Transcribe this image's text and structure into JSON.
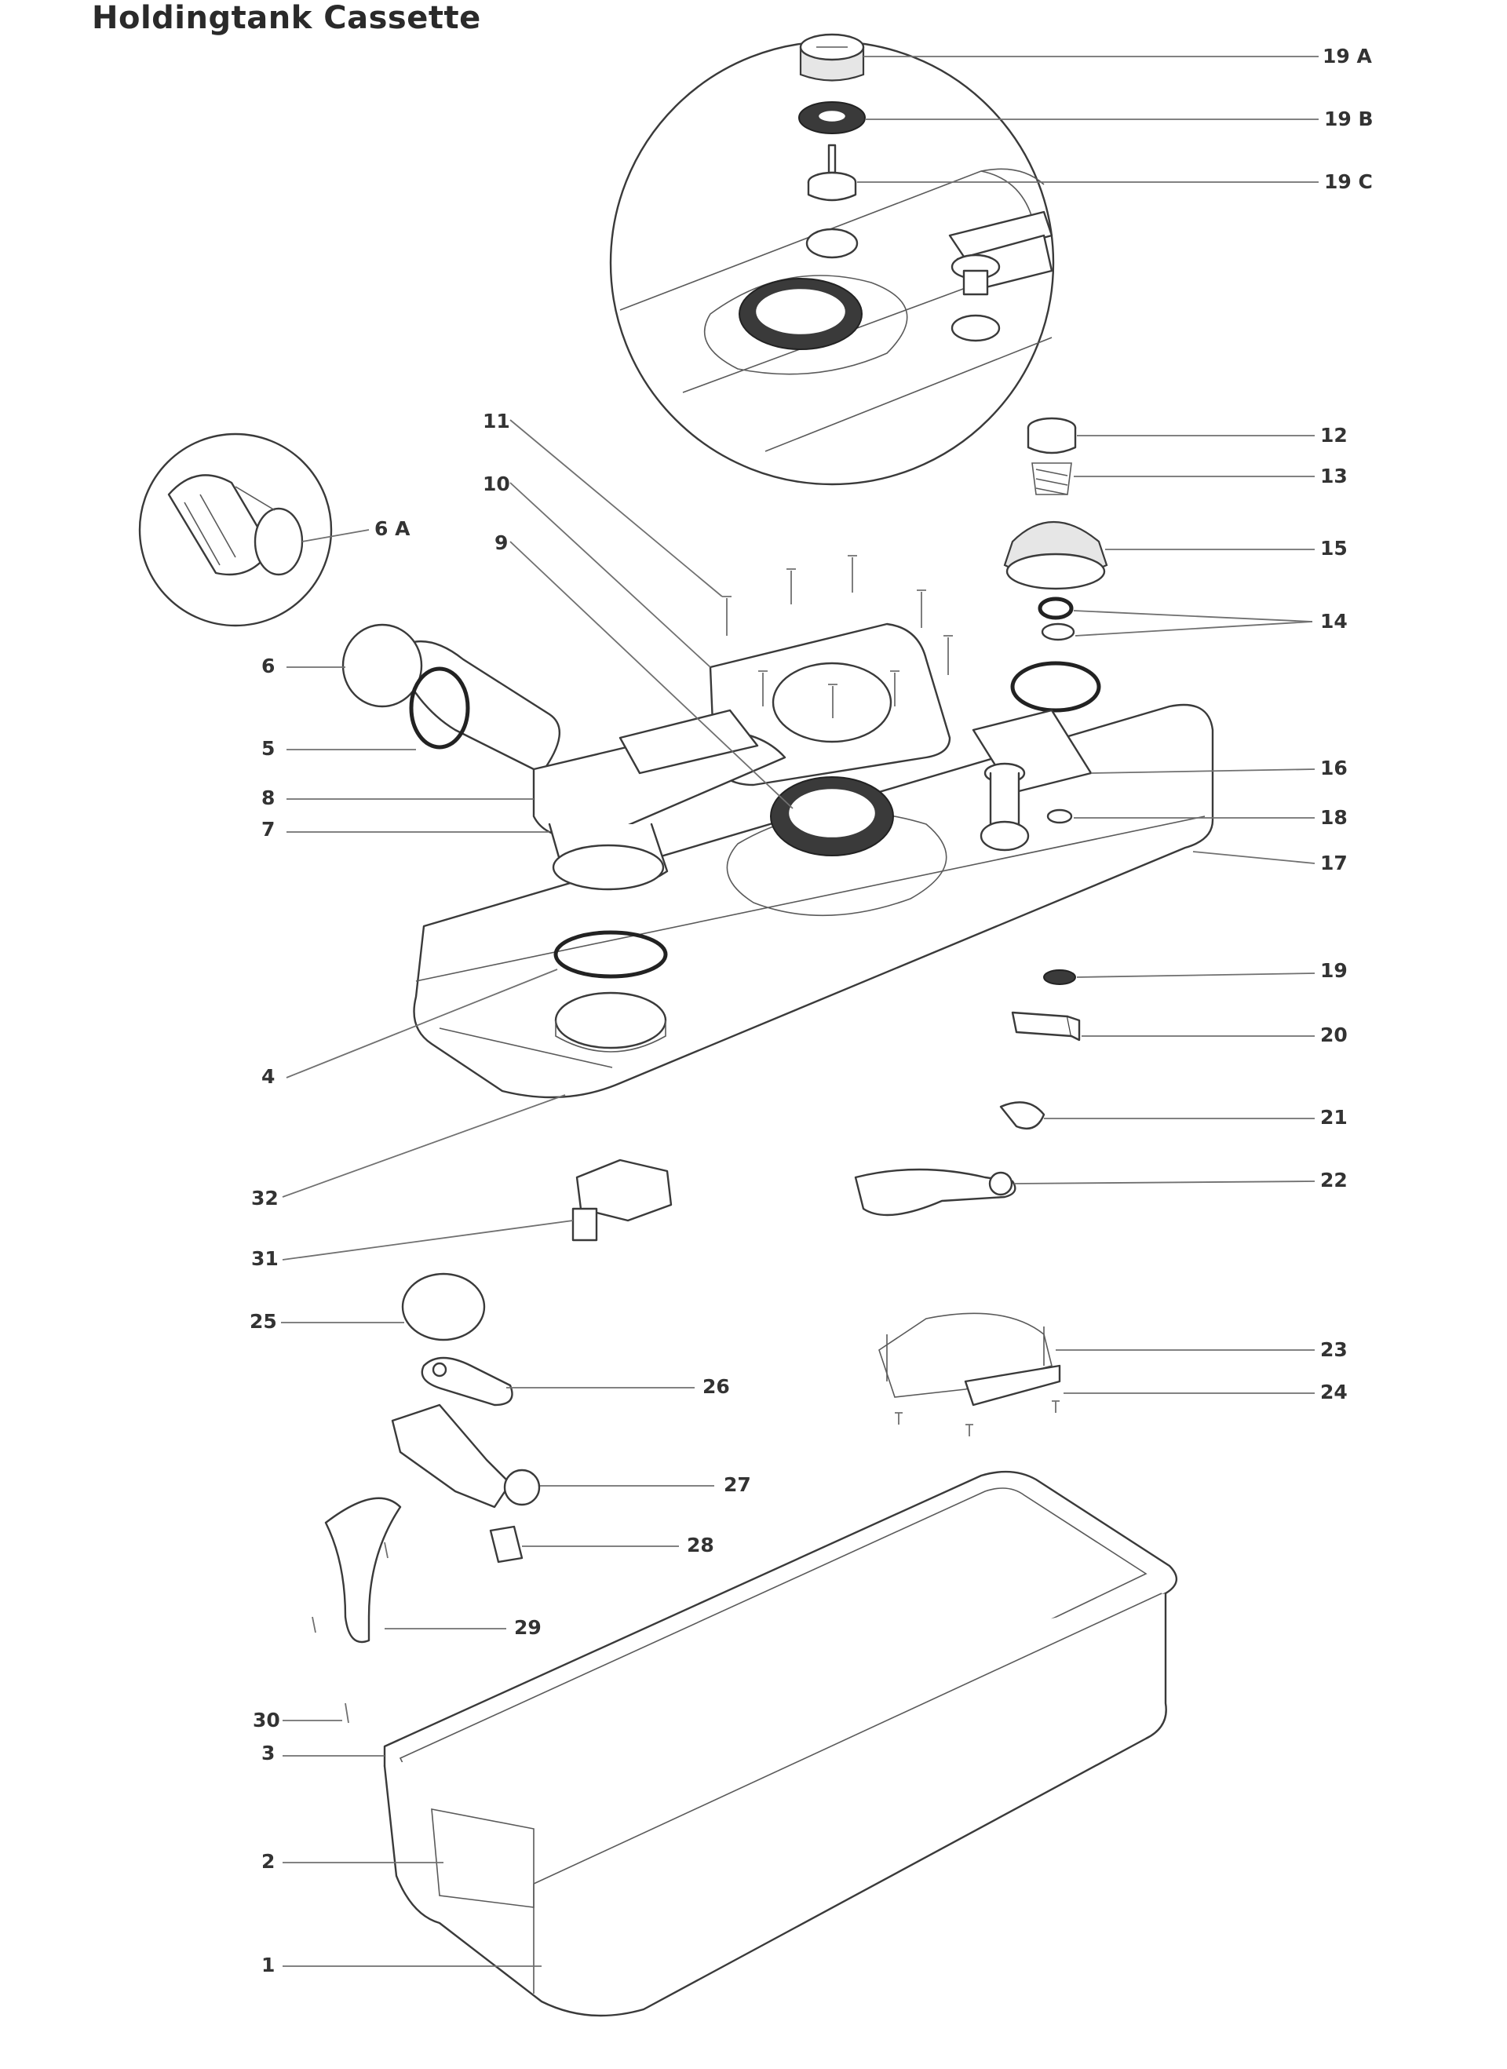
{
  "title": "Holdingtank Cassette",
  "labels": [
    "19 A",
    "19 B",
    "19 C",
    "12",
    "13",
    "15",
    "14",
    "16",
    "18",
    "17",
    "19",
    "20",
    "21",
    "22",
    "23",
    "24",
    "11",
    "10",
    "9",
    "6 A",
    "6",
    "5",
    "8",
    "7",
    "4",
    "32",
    "31",
    "25",
    "26",
    "27",
    "28",
    "29",
    "30",
    "3",
    "2",
    "1"
  ]
}
